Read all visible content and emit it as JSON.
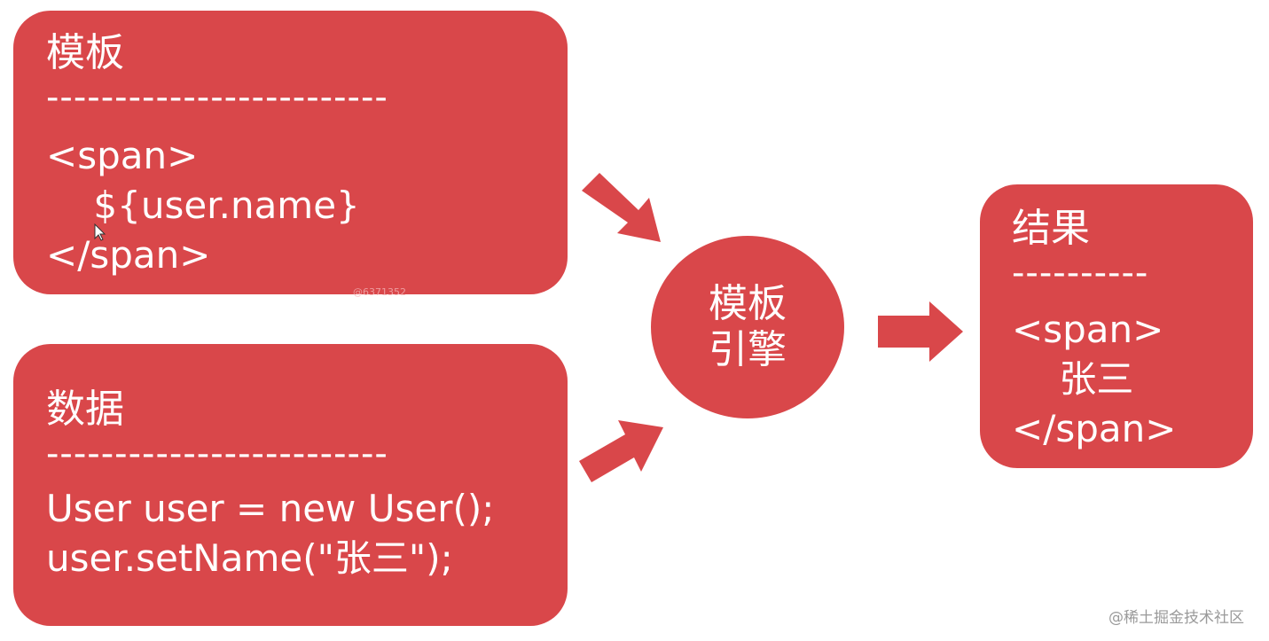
{
  "colors": {
    "box": "#d9474a",
    "arrow": "#d9474a",
    "text": "#ffffff"
  },
  "template_box": {
    "title": "模板",
    "separator": "-------------------------",
    "lines": [
      "<span>",
      "    ${user.name}",
      "</span>"
    ]
  },
  "data_box": {
    "title": "数据",
    "separator": "-------------------------",
    "lines": [
      "User user = new User();",
      "user.setName(\"张三\");"
    ]
  },
  "engine": {
    "line1": "模板",
    "line2": "引擎"
  },
  "result_box": {
    "title": "结果",
    "separator": "----------",
    "lines": [
      "<span>",
      "    张三",
      "</span>"
    ]
  },
  "mini_mark": "@6371352",
  "watermark": "@稀土掘金技术社区"
}
